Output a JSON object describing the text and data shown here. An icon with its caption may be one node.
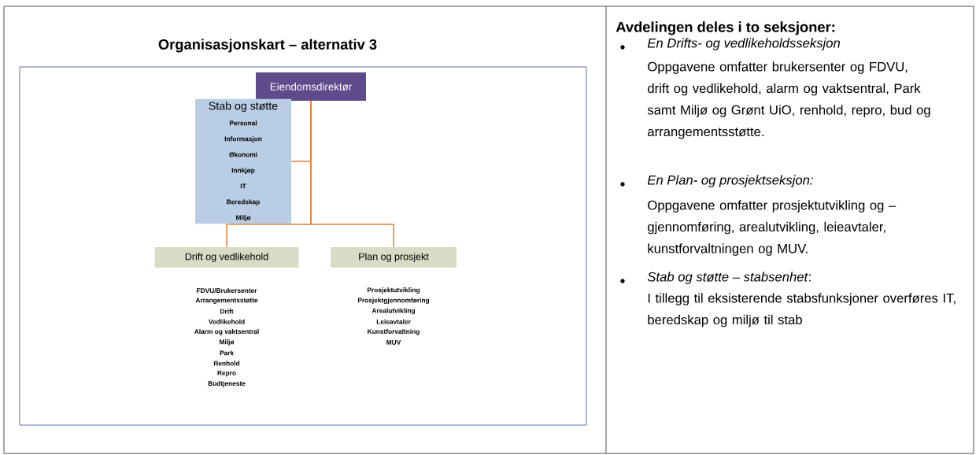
{
  "diagram": {
    "title": "Organisasjonskart – alternativ 3",
    "nodes": [
      {
        "text": [
          "Eiendomsdirektør"
        ]
      },
      {
        "text": [
          "Stab og støtte",
          "Personal",
          "Informasjon",
          "Økonomi",
          "Innkjøp",
          "IT",
          "Beredskap",
          "Miljø"
        ]
      },
      {
        "text": [
          "Drift og vedlikehold"
        ],
        "beside": [
          "FDVU/Brukersenter",
          "Arrangementsstøtte",
          "Drift",
          "Vedlikehold",
          "Alarm og vaktsentral",
          "Miljø",
          "Park",
          "Renhold",
          "Repro",
          "Budtjeneste"
        ]
      },
      {
        "text": [
          "Plan og prosjekt"
        ],
        "beside": [
          "Prosjektutvikling",
          "Prosjektgjennomføring",
          "Arealutvikling",
          "Leieavtaler",
          "Kunstforvaltning",
          "MUV"
        ]
      }
    ],
    "edges": [
      {
        "from": 0,
        "to": 1,
        "arrow": "none"
      },
      {
        "from": 0,
        "to": 2,
        "arrow": "none"
      },
      {
        "from": 0,
        "to": 3,
        "arrow": "none"
      }
    ],
    "labels": [
      "Avdelingen deles i to seksjoner:",
      "En Drifts- og vedlikeholdsseksjon",
      "Oppgavene omfatter brukersenter og FDVU, drift og vedlikehold, alarm og vaktsentral, Park samt Miljø og Grønt UiO, renhold, repro, bud og arrangementsstøtte.",
      "En Plan- og prosjektseksjon:",
      "Oppgavene omfatter prosjektutvikling og –gjennomføring, arealutvikling, leieavtaler, kunstforvaltningen og MUV.",
      "*Stab og støtte – stabsenhet*:",
      "I tillegg til eksisterende stabsfunksjoner overføres IT, beredskap og miljø til stab"
    ]
  }
}
